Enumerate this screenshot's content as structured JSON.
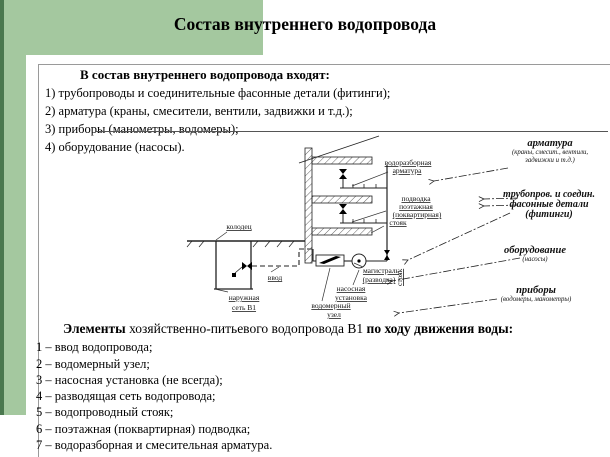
{
  "slide": {
    "title": "Состав внутреннего водопровода",
    "intro": {
      "heading": "В состав внутреннего водопровода входят:",
      "items": [
        "1) трубопроводы и соединительные фасонные детали (фитинги);",
        "2) арматура (краны, смесители, вентили, задвижки и т.д.);",
        "3) приборы (манометры, водомеры);",
        "4) оборудование (насосы)."
      ]
    },
    "elements": {
      "heading_b1": "Элементы",
      "heading_mid": " хозяйственно-питьевого водопровода В1 ",
      "heading_b2": "по ходу движения воды:",
      "items": [
        "1 – ввод водопровода;",
        "2 – водомерный узел;",
        "3 – насосная установка (не всегда);",
        "4 – разводящая сеть водопровода;",
        "5 – водопроводный стояк;",
        "6 – поэтажная (поквартирная) подводка;",
        "7 – водоразборная и смесительная арматура."
      ]
    }
  },
  "diagram": {
    "labels": {
      "well": "колодец",
      "inlet": "ввод",
      "ext1": "наружная",
      "ext2": "сеть В1",
      "tap1": "водоразборная",
      "tap2": "арматура",
      "branch1": "подводка",
      "branch2": "поэтажная",
      "branch3": "(поквартирная)",
      "riser": "стояк",
      "riser_vertical": "стояк",
      "main1": "магистраль",
      "main2": "(разводка)",
      "pump1": "насосная",
      "pump2": "установка",
      "meter1": "водомерный",
      "meter2": "узел"
    },
    "categories": {
      "valves_title": "арматура",
      "valves_sub1": "(краны, смесит., вентили,",
      "valves_sub2": "задвижки и т.д.)",
      "pipes1": "трубопров. и соедин.",
      "pipes2": "фасонные детали",
      "pipes3": "(фитинги)",
      "equipment_title": "оборудование",
      "equipment_sub": "(насосы)",
      "devices_title": "приборы",
      "devices_sub": "(водомеры, манометры)"
    }
  },
  "colors": {
    "green_light": "#a4c89f",
    "green_dark": "#4a784e",
    "divider": "#555555",
    "text": "#000000"
  }
}
